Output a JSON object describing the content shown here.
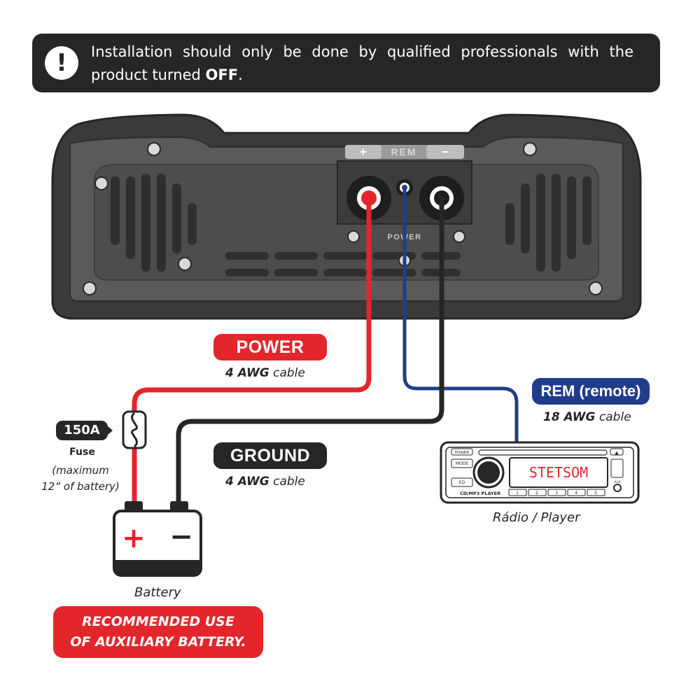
{
  "warning": {
    "icon": "exclamation-icon",
    "text_prefix": "Installation should only be done by qualified professionals with the product turned",
    "text_bold": "OFF",
    "text_suffix": "."
  },
  "amplifier": {
    "rem_label": "REM",
    "plus_sign": "+",
    "minus_sign": "−",
    "power_label": "POWER"
  },
  "power_cable": {
    "label": "POWER",
    "awg": "4 AWG",
    "unit": "cable",
    "color": "#e3262c"
  },
  "ground_cable": {
    "label": "GROUND",
    "awg": "4 AWG",
    "unit": "cable",
    "color": "#262626"
  },
  "rem_cable": {
    "label": "REM (remote)",
    "awg": "18 AWG",
    "unit": "cable",
    "color": "#223c8c"
  },
  "fuse": {
    "rating": "150A",
    "title": "Fuse",
    "note_line1": "(maximum",
    "note_line2": "12” of battery)"
  },
  "battery": {
    "label": "Battery",
    "plus": "+",
    "minus": "−"
  },
  "radio": {
    "caption": "Rádio / Player",
    "display": "STETSOM",
    "power_btn": "POWER",
    "mode_btn": "MODE",
    "eq_btn": "EQ",
    "model": "CD/MP3 PLAYER",
    "aux": "AUX",
    "eject": "▲",
    "presets": [
      "1",
      "2",
      "3",
      "4",
      "5"
    ]
  },
  "recommendation": {
    "line1": "RECOMMENDED USE",
    "line2": "OF AUXILIARY BATTERY."
  },
  "colors": {
    "red": "#e3262c",
    "dark": "#262626",
    "blue": "#223c8c",
    "amp_body": "#5a5a5a"
  }
}
